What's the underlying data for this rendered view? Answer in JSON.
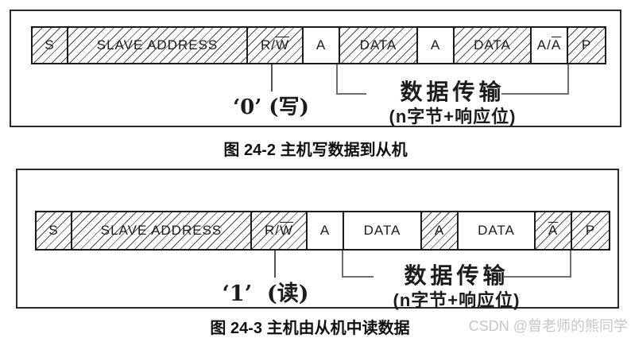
{
  "figure1": {
    "cells": [
      {
        "pre": "S",
        "over": "",
        "hatched": true
      },
      {
        "pre": "SLAVE ADDRESS",
        "over": "",
        "hatched": true
      },
      {
        "pre": "R/",
        "over": "W",
        "hatched": true
      },
      {
        "pre": "A",
        "over": "",
        "hatched": false
      },
      {
        "pre": "DATA",
        "over": "",
        "hatched": true
      },
      {
        "pre": "A",
        "over": "",
        "hatched": false
      },
      {
        "pre": "DATA",
        "over": "",
        "hatched": true
      },
      {
        "pre": "A/",
        "over": "A",
        "hatched": false
      },
      {
        "pre": "P",
        "over": "",
        "hatched": true
      }
    ],
    "rw_value_note": "‘0’ (写)",
    "transfer_label": "数据传输",
    "transfer_sublabel": "(n字节+响应位)",
    "caption": "图 24-2 主机写数据到从机"
  },
  "figure2": {
    "cells": [
      {
        "pre": "S",
        "over": "",
        "hatched": true
      },
      {
        "pre": "SLAVE ADDRESS",
        "over": "",
        "hatched": true
      },
      {
        "pre": "R/",
        "over": "W",
        "hatched": true
      },
      {
        "pre": "A",
        "over": "",
        "hatched": false
      },
      {
        "pre": "DATA",
        "over": "",
        "hatched": false
      },
      {
        "pre": "A",
        "over": "",
        "hatched": true
      },
      {
        "pre": "DATA",
        "over": "",
        "hatched": false
      },
      {
        "pre": "",
        "over": "A",
        "hatched": true
      },
      {
        "pre": "P",
        "over": "",
        "hatched": true
      }
    ],
    "rw_value_note": "‘1’  (读)",
    "transfer_label": "数据传输",
    "transfer_sublabel": "(n字节+响应位)",
    "caption": "图 24-3 主机由从机中读数据"
  },
  "watermark": "CSDN @曾老师的熊同学",
  "colors": {
    "ink": "#1c1c1c",
    "line_gray": "#6f6f6f",
    "watermark_gray": "#c6c6c6"
  }
}
